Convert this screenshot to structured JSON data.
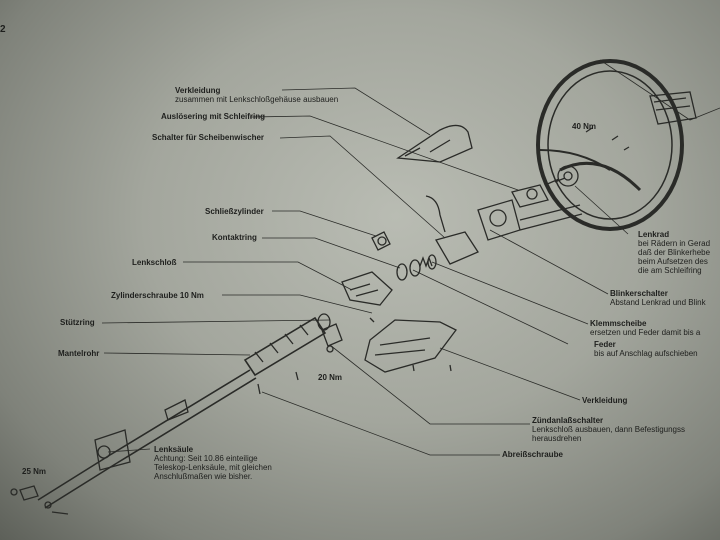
{
  "corner_mark": "2",
  "labels": {
    "verkleidung_top": {
      "title": "Verkleidung",
      "sub": "zusammen mit Lenkschloßgehäuse ausbauen"
    },
    "ausloesering": {
      "title": "Auslösering mit Schleifring"
    },
    "schalter_wischer": {
      "title": "Schalter für Scheibenwischer"
    },
    "schliesszylinder": {
      "title": "Schließzylinder"
    },
    "kontaktring": {
      "title": "Kontaktring"
    },
    "lenkschloss": {
      "title": "Lenkschloß"
    },
    "zylinderschraube": {
      "title": "Zylinderschraube 10 Nm"
    },
    "stuetzring": {
      "title": "Stützring"
    },
    "mantelrohr": {
      "title": "Mantelrohr"
    },
    "lenksaeule": {
      "title": "Lenksäule",
      "line1": "Achtung: Seit 10.86 einteilige",
      "line2": "Teleskop-Lenksäule, mit gleichen",
      "line3": "Anschlußmaßen wie bisher."
    },
    "torque_25": {
      "title": "25 Nm"
    },
    "torque_20": {
      "title": "20 Nm"
    },
    "torque_40": {
      "title": "40 Nm"
    },
    "lenkrad": {
      "title": "Lenkrad",
      "line1": "bei Rädern in Gerad",
      "line2": "daß der Blinkerhebe",
      "line3": "beim Aufsetzen des",
      "line4": "die am Schleifring"
    },
    "blinkerschalter": {
      "title": "Blinkerschalter",
      "sub": "Abstand Lenkrad und Blink"
    },
    "klemmscheibe": {
      "title": "Klemmscheibe",
      "sub": "ersetzen und Feder damit bis a"
    },
    "feder": {
      "title": "Feder",
      "sub": "bis auf Anschlag aufschieben"
    },
    "verkleidung_bottom": {
      "title": "Verkleidung"
    },
    "zuendanlass": {
      "title": "Zündanlaßschalter",
      "line1": "Lenkschloß ausbauen, dann Befestigungss",
      "line2": "herausdrehen"
    },
    "abreissschraube": {
      "title": "Abreißschraube"
    }
  }
}
